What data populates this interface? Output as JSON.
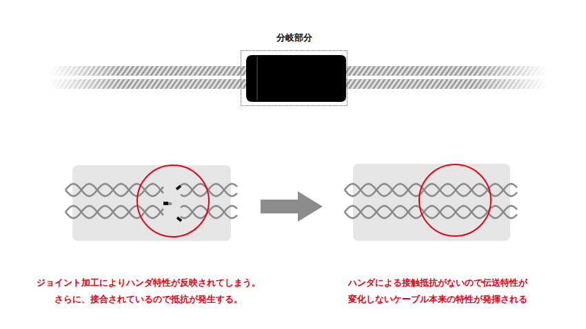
{
  "diagram": {
    "nodes": [
      {
        "text": [
          "分岐部分"
        ]
      }
    ],
    "labels": [
      "ジョイント加工によりハンダ特性が反映されてしまう。 さらに、接合されているので抵抗が発生する。",
      "ハンダによる接触抵抗がないので伝送特性が 変化しないケーブル本来の特性が発揮される"
    ]
  }
}
